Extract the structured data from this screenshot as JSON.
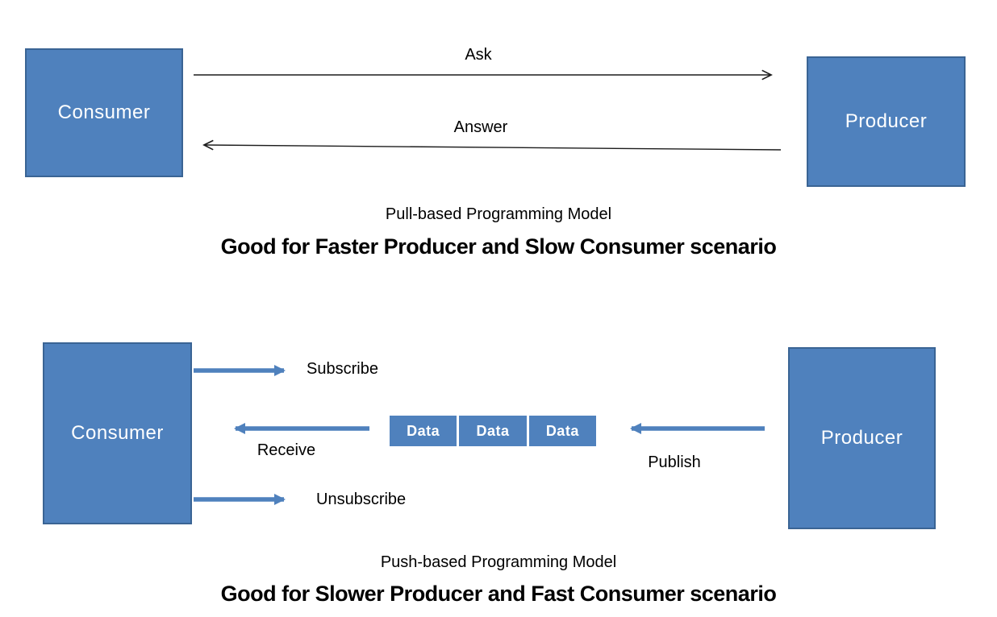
{
  "colors": {
    "box_fill": "#4F81BD",
    "box_border": "#3A6494",
    "arrow_blue": "#4F81BD",
    "arrow_black": "#1c1c1c",
    "text_white": "#ffffff",
    "text_black": "#000000"
  },
  "pull_model": {
    "consumer_label": "Consumer",
    "producer_label": "Producer",
    "ask_label": "Ask",
    "answer_label": "Answer",
    "caption": "Pull-based Programming Model",
    "subtitle": "Good for Faster Producer and Slow Consumer scenario"
  },
  "push_model": {
    "consumer_label": "Consumer",
    "producer_label": "Producer",
    "subscribe_label": "Subscribe",
    "receive_label": "Receive",
    "unsubscribe_label": "Unsubscribe",
    "publish_label": "Publish",
    "data_items": [
      "Data",
      "Data",
      "Data"
    ],
    "caption": "Push-based Programming Model",
    "subtitle": "Good for Slower Producer and Fast Consumer scenario"
  }
}
